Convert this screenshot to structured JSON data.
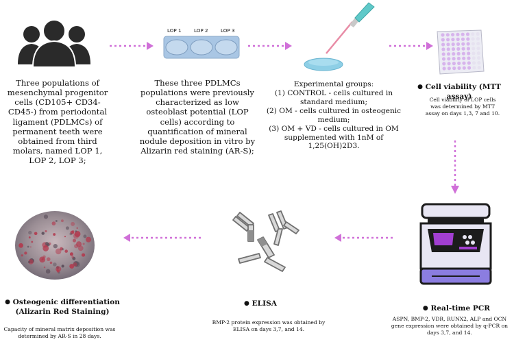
{
  "steps": {
    "populations": {
      "text": "Three populations of mesenchymal progenitor cells (CD105+ CD34- CD45-) from periodontal ligament (PDLMCs) of permanent teeth were obtained from third molars, named LOP 1, LOP 2, LOP 3;"
    },
    "characterization": {
      "plate_labels": [
        "LOP 1",
        "LOP 2",
        "LOP 3"
      ],
      "text": "These three PDLMCs populations were previously characterized as low osteoblast potential (LOP cells) according to quantification of mineral nodule deposition in vitro by Alizarin red staining (AR-S);"
    },
    "groups": {
      "title": "Experimental groups:",
      "items": [
        "(1) CONTROL - cells cultured in standard medium;",
        "(2) OM - cells cultured in osteogenic medium;",
        "(3) OM + VD - cells cultured in OM supplemented with 1nM of 1,25(OH)2D3."
      ]
    },
    "viability": {
      "bullet": "●",
      "title": "Cell viability (MTT assay)",
      "text": "Cell viability of LOP cells was determined  by MTT assay on days 1,3, 7 and 10."
    },
    "pcr": {
      "bullet": "●",
      "title": "Real-time PCR",
      "text": "ASPN, BMP-2, VDR, RUNX2, ALP and OCN  gene expression were obtained  by q-PCR on days 3,7, and 14."
    },
    "elisa": {
      "bullet": "●",
      "title": "ELISA",
      "text": "BMP-2 protein expression was obtained by ELISA on days 3,7, and 14."
    },
    "osteo": {
      "bullet": "●",
      "title_line1": "Osteogenic differentiation",
      "title_line2": "(Alizarin Red Staining)",
      "text": "Capacity of mineral matrix deposition was determined by AR-S in 28 days."
    }
  },
  "colors": {
    "arrow": "#d070d8",
    "people": "#2a2a2a",
    "plate": "#a9c6e4",
    "well": "#c4d9ee",
    "pipette_tip": "#5fc9c9",
    "pipette_body": "#e88ca6",
    "dish": "#8ecfe6",
    "microplate": "#d7b4ec",
    "pcr_body": "#e8e6f3",
    "pcr_dark": "#1c1c1c",
    "pcr_screen": "#a23fd1",
    "pcr_base": "#8b7de0",
    "antibody": "#909090",
    "stain": "#b23a4e"
  },
  "icons": [
    "people-icon",
    "culture-plate-icon",
    "pipette-icon",
    "microplate-icon",
    "pcr-machine-icon",
    "antibody-icon",
    "stained-culture-icon"
  ]
}
